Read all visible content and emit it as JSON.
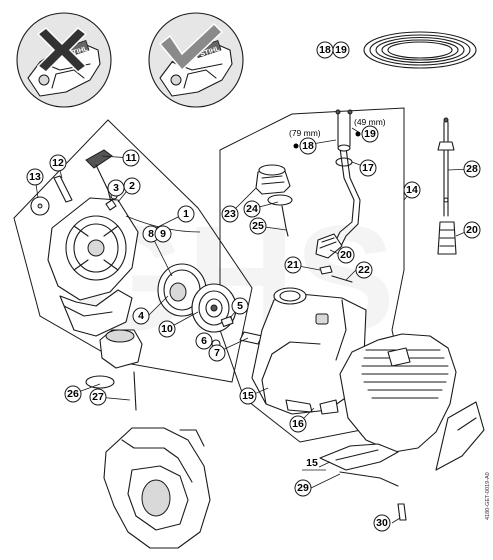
{
  "diagram": {
    "brand_text": "STIHL",
    "doc_number": "4180-GET-0019-A0",
    "watermark_text": "GHS",
    "colors": {
      "line": "#1a1a1a",
      "inset_bg": "#e6e6e6",
      "wrong_mark": "#333333",
      "right_mark": "#8a8a8a"
    },
    "insets": [
      {
        "label": "",
        "meaning": "incorrect"
      },
      {
        "label": "",
        "meaning": "correct"
      }
    ],
    "callouts": {
      "c1": "1",
      "c2": "2",
      "c3": "3",
      "c4": "4",
      "c5": "5",
      "c6": "6",
      "c7": "7",
      "c8": "8",
      "c9": "9",
      "c10": "10",
      "c11": "11",
      "c12": "12",
      "c13": "13",
      "c14": "14",
      "c15a": "15",
      "c15b": "15",
      "c16": "16",
      "c17": "17",
      "c18a": "18",
      "c18b": "18",
      "c19a": "19",
      "c19b": "19",
      "c20a": "20",
      "c20b": "20",
      "c21": "21",
      "c22": "22",
      "c23": "23",
      "c24": "24",
      "c25": "25",
      "c26": "26",
      "c27": "27",
      "c28": "28",
      "c29": "29",
      "c30": "30"
    },
    "measurements": {
      "m79": "(79 mm)",
      "m49": "(49 mm)"
    }
  }
}
